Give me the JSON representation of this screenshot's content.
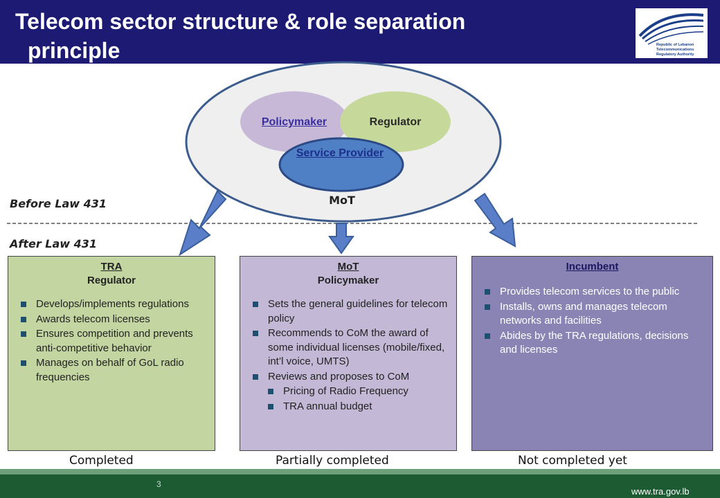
{
  "header": {
    "title_line1": "Telecom sector structure & role separation",
    "title_line2": "principle",
    "logo_text": [
      "Republic of Lebanon",
      "Telecommunications",
      "Regulatory Authority"
    ]
  },
  "diagram": {
    "policymaker": "Policymaker",
    "regulator": "Regulator",
    "service_provider": "Service Provider",
    "outer_label": "MoT",
    "before_label": "Before Law 431",
    "after_label": "After Law 431"
  },
  "boxes": [
    {
      "title": "TRA",
      "subtitle": "Regulator",
      "color": "#c3d5a0",
      "items": [
        "Develops/implements regulations",
        "Awards telecom licenses",
        "Ensures competition and prevents anti-competitive behavior",
        "Manages on behalf of GoL radio frequencies"
      ],
      "status": "Completed"
    },
    {
      "title": "MoT",
      "subtitle": "Policymaker",
      "color": "#c3b9d6",
      "items": [
        "Sets the general guidelines for telecom policy",
        "Recommends to CoM the award of some individual licenses (mobile/fixed, int’l voice, UMTS)",
        "Reviews and proposes to CoM"
      ],
      "subitems": [
        "Pricing of Radio Frequency",
        "TRA annual budget"
      ],
      "status": "Partially completed"
    },
    {
      "title": "Incumbent",
      "subtitle": "",
      "color": "#8a84b5",
      "items": [
        "Provides telecom services to the public",
        "Installs, owns and manages telecom networks and facilities",
        "Abides by the TRA regulations, decisions and licenses"
      ],
      "status": "Not completed yet"
    }
  ],
  "footer": {
    "page_number": "3",
    "url": "www.tra.gov.lb"
  },
  "colors": {
    "header_bg": "#1c1a73",
    "arrow_fill": "#5a7fc8",
    "policymaker_fill": "#c6b8d6",
    "regulator_fill": "#c6d99a",
    "service_provider_fill": "#4f7fc4",
    "footer_green": "#1d5b33"
  }
}
